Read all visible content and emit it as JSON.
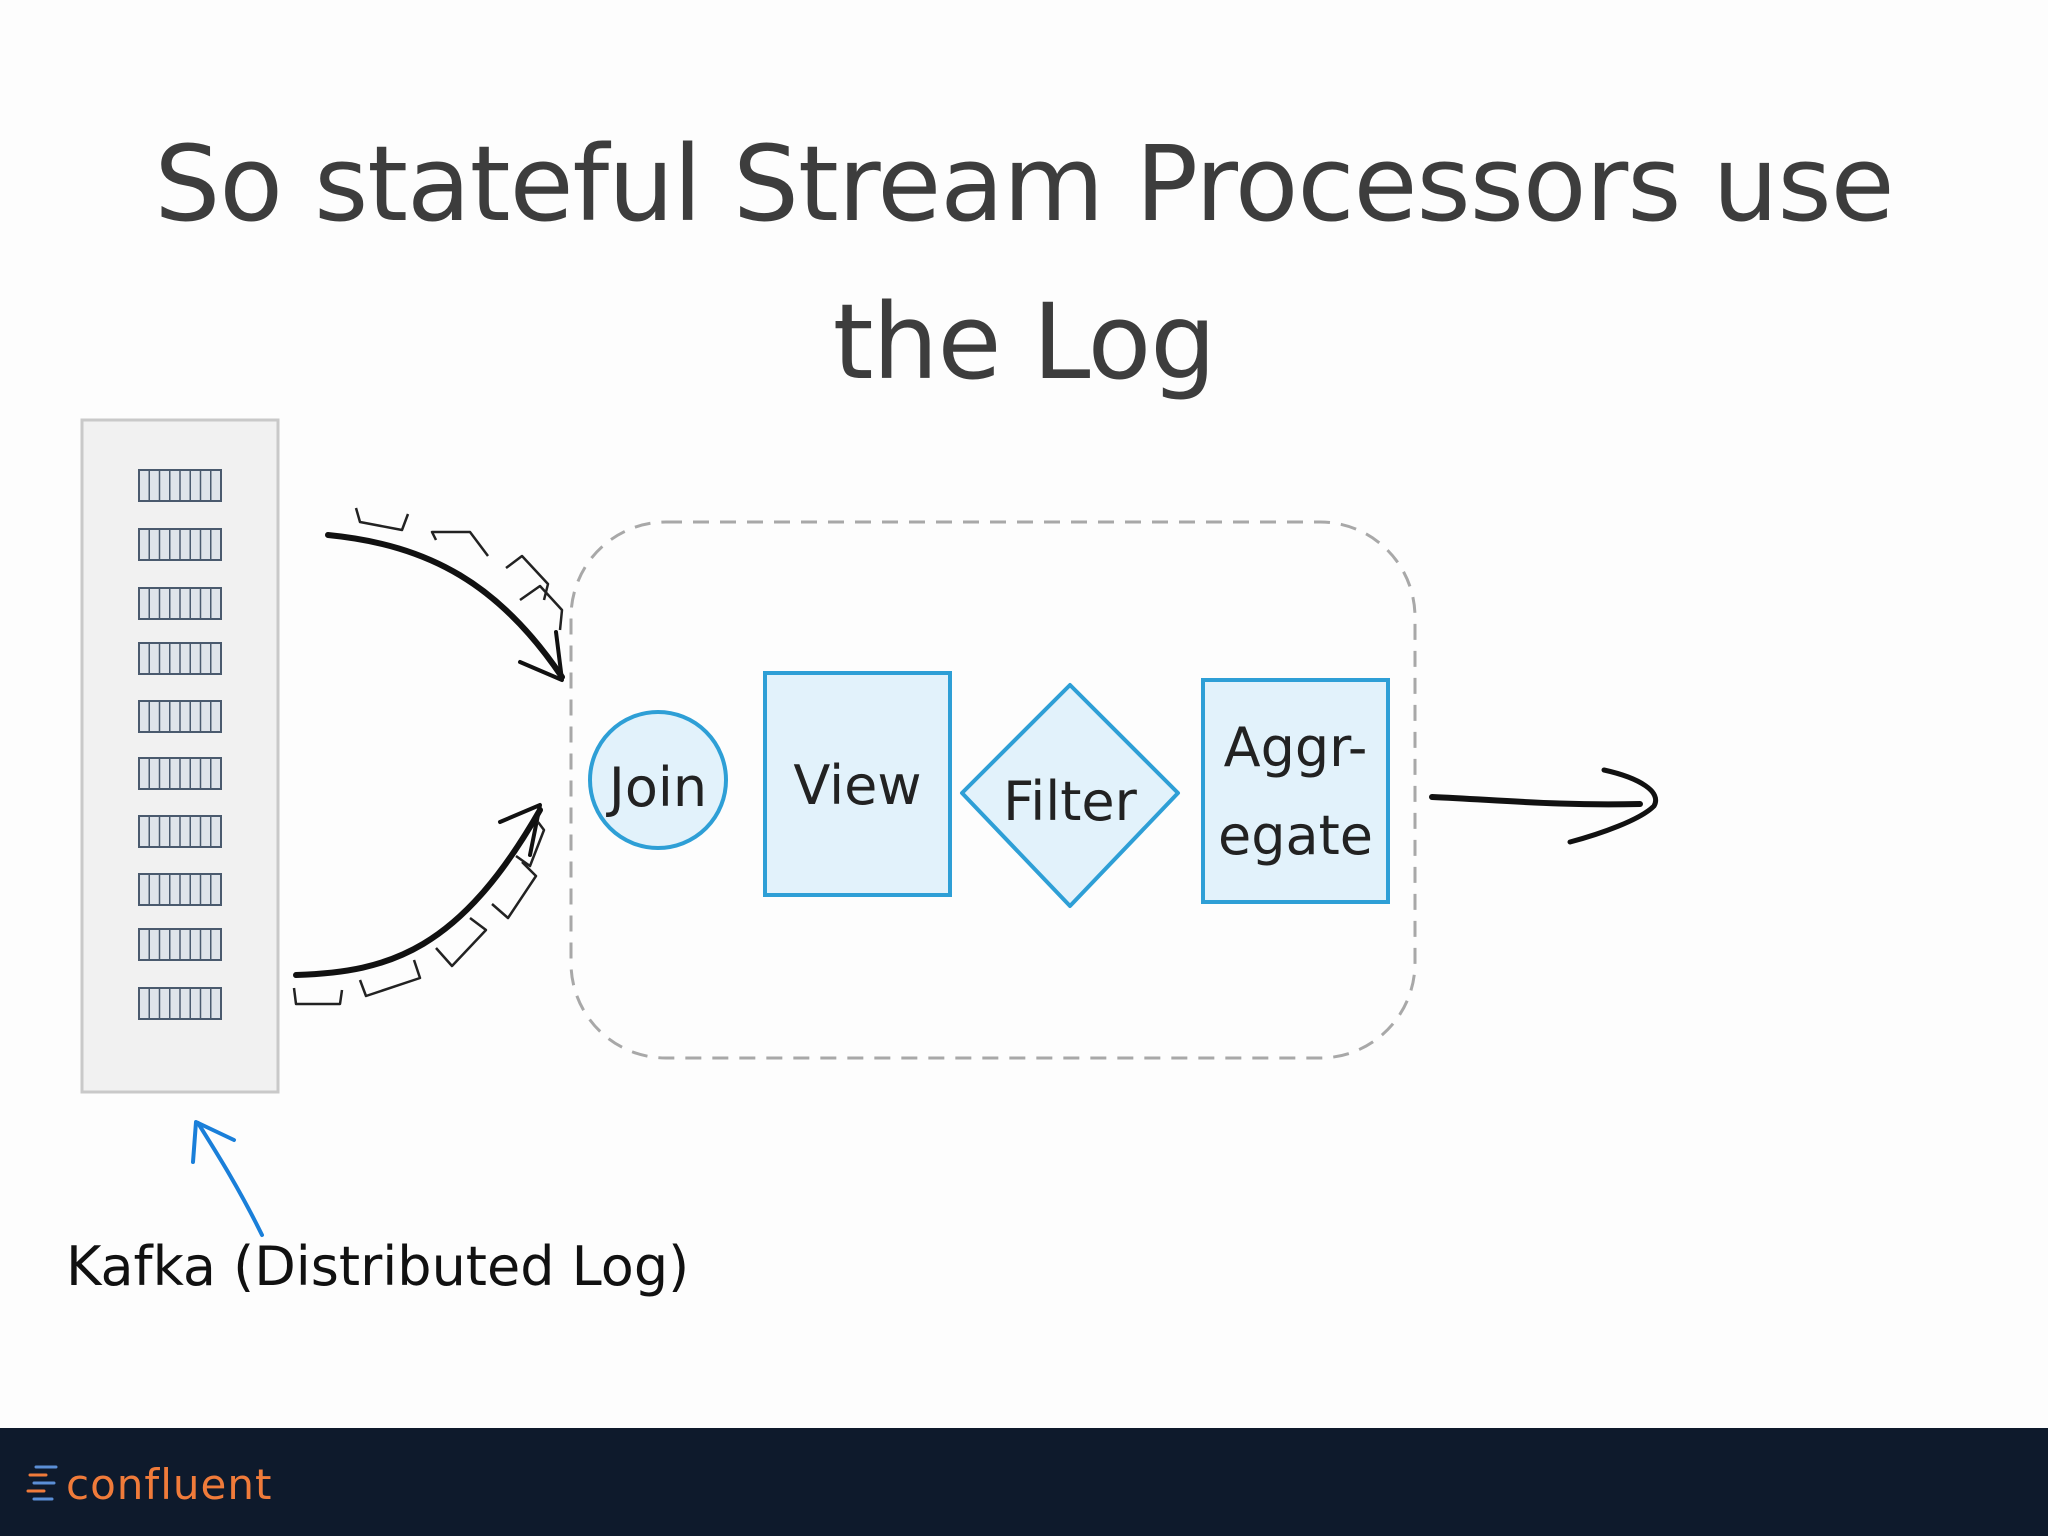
{
  "title": {
    "line1": "So stateful Stream Processors use",
    "line2": "the Log"
  },
  "nodes": {
    "join": "Join",
    "view": "View",
    "filter": "Filter",
    "aggregate_line1": "Aggr-",
    "aggregate_line2": "egate"
  },
  "log_caption": "Kafka (Distributed Log)",
  "footer": {
    "logo_text": "confluent"
  },
  "colors": {
    "node_fill": "#e2f2fb",
    "node_stroke": "#2e9fd6",
    "caption_arrow": "#1a7fd9",
    "footer_bg": "#0e1a2c",
    "logo": "#f07b3a"
  }
}
